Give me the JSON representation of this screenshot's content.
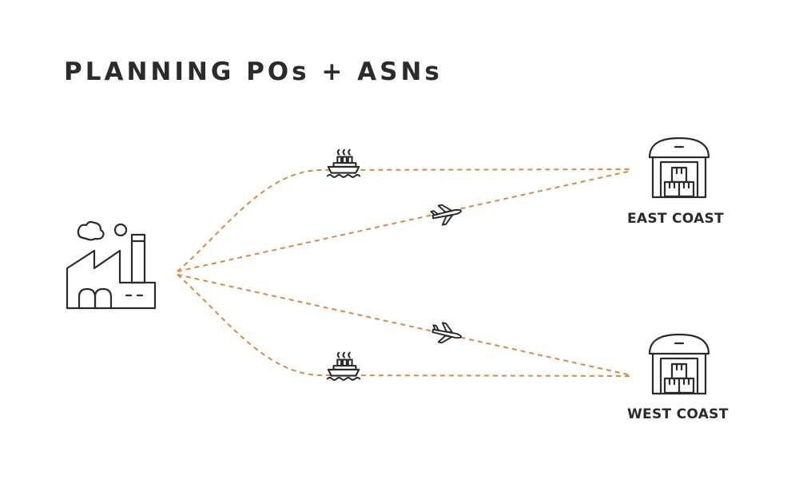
{
  "title": "PLANNING POs + ASNs",
  "colors": {
    "route": "#e0883a",
    "ink": "#2b2b2b",
    "background": "#ffffff"
  },
  "nodes": {
    "origin": {
      "icon": "factory-icon"
    },
    "east": {
      "label": "EAST COAST",
      "icon": "warehouse-icon"
    },
    "west": {
      "label": "WEST COAST",
      "icon": "warehouse-icon"
    }
  },
  "routes": [
    {
      "from": "origin",
      "to": "east",
      "mode": "ship-icon"
    },
    {
      "from": "origin",
      "to": "east",
      "mode": "airplane-icon"
    },
    {
      "from": "origin",
      "to": "west",
      "mode": "airplane-icon"
    },
    {
      "from": "origin",
      "to": "west",
      "mode": "ship-icon"
    }
  ]
}
